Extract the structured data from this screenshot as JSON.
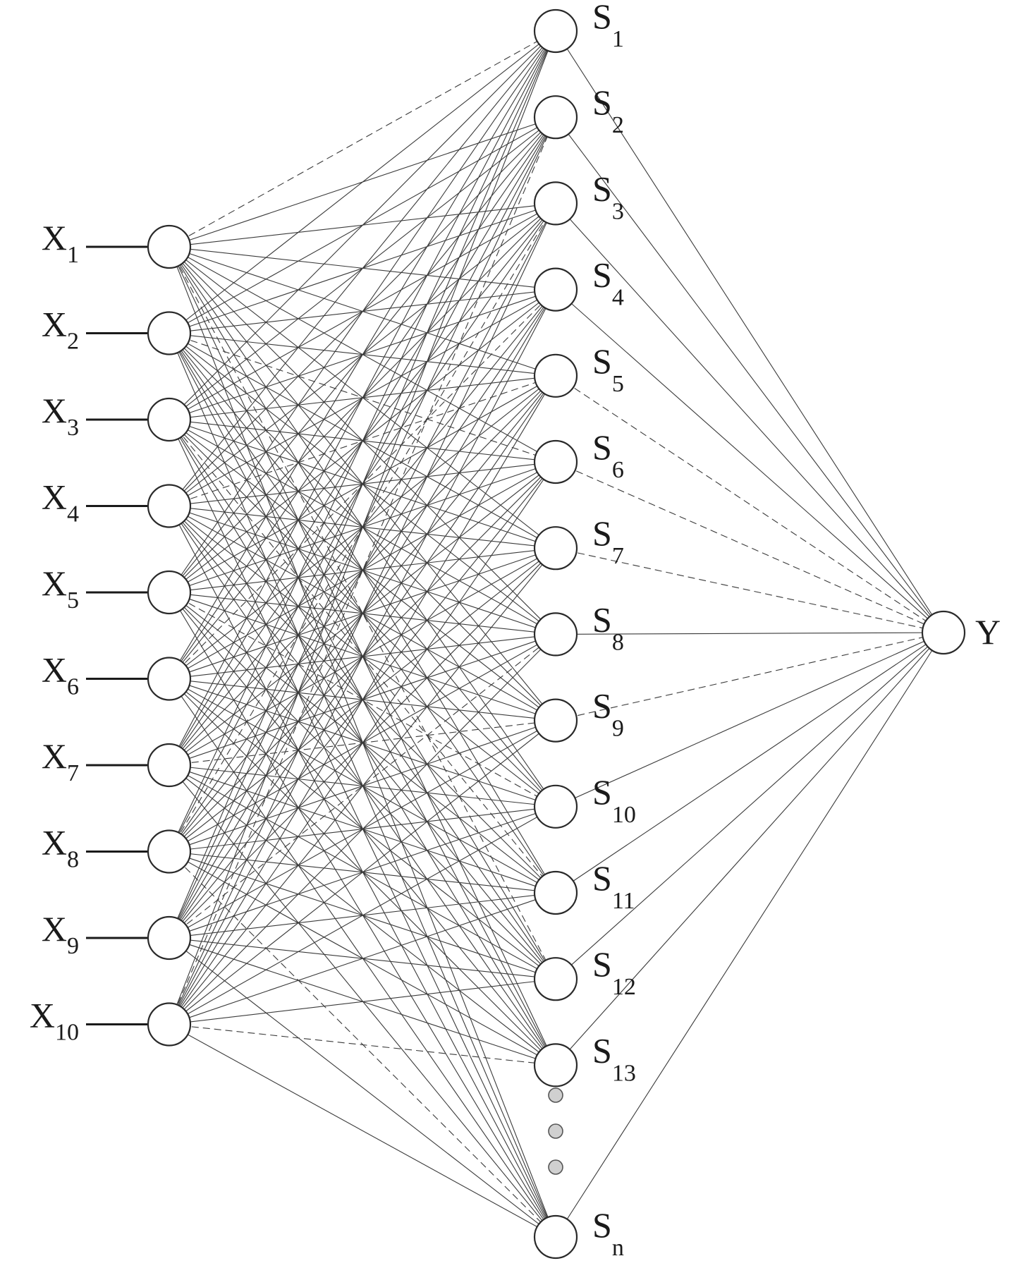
{
  "diagram": {
    "inputs": [
      {
        "base": "X",
        "sub": "1"
      },
      {
        "base": "X",
        "sub": "2"
      },
      {
        "base": "X",
        "sub": "3"
      },
      {
        "base": "X",
        "sub": "4"
      },
      {
        "base": "X",
        "sub": "5"
      },
      {
        "base": "X",
        "sub": "6"
      },
      {
        "base": "X",
        "sub": "7"
      },
      {
        "base": "X",
        "sub": "8"
      },
      {
        "base": "X",
        "sub": "9"
      },
      {
        "base": "X",
        "sub": "10"
      }
    ],
    "hidden": [
      {
        "base": "S",
        "sub": "1"
      },
      {
        "base": "S",
        "sub": "2"
      },
      {
        "base": "S",
        "sub": "3"
      },
      {
        "base": "S",
        "sub": "4"
      },
      {
        "base": "S",
        "sub": "5"
      },
      {
        "base": "S",
        "sub": "6"
      },
      {
        "base": "S",
        "sub": "7"
      },
      {
        "base": "S",
        "sub": "8"
      },
      {
        "base": "S",
        "sub": "9"
      },
      {
        "base": "S",
        "sub": "10"
      },
      {
        "base": "S",
        "sub": "11"
      },
      {
        "base": "S",
        "sub": "12"
      },
      {
        "base": "S",
        "sub": "13"
      },
      {
        "base": "S",
        "sub": "n"
      }
    ],
    "output": {
      "base": "Y",
      "sub": ""
    },
    "ellipsis_dots": 3,
    "dashed_hidden_to_output": [
      "5",
      "6",
      "7",
      "9"
    ],
    "colors": {
      "edge": "#3a3a3a",
      "node_stroke": "#2a2a2a",
      "node_fill": "#ffffff",
      "dot_fill": "#d0d0d0"
    }
  }
}
